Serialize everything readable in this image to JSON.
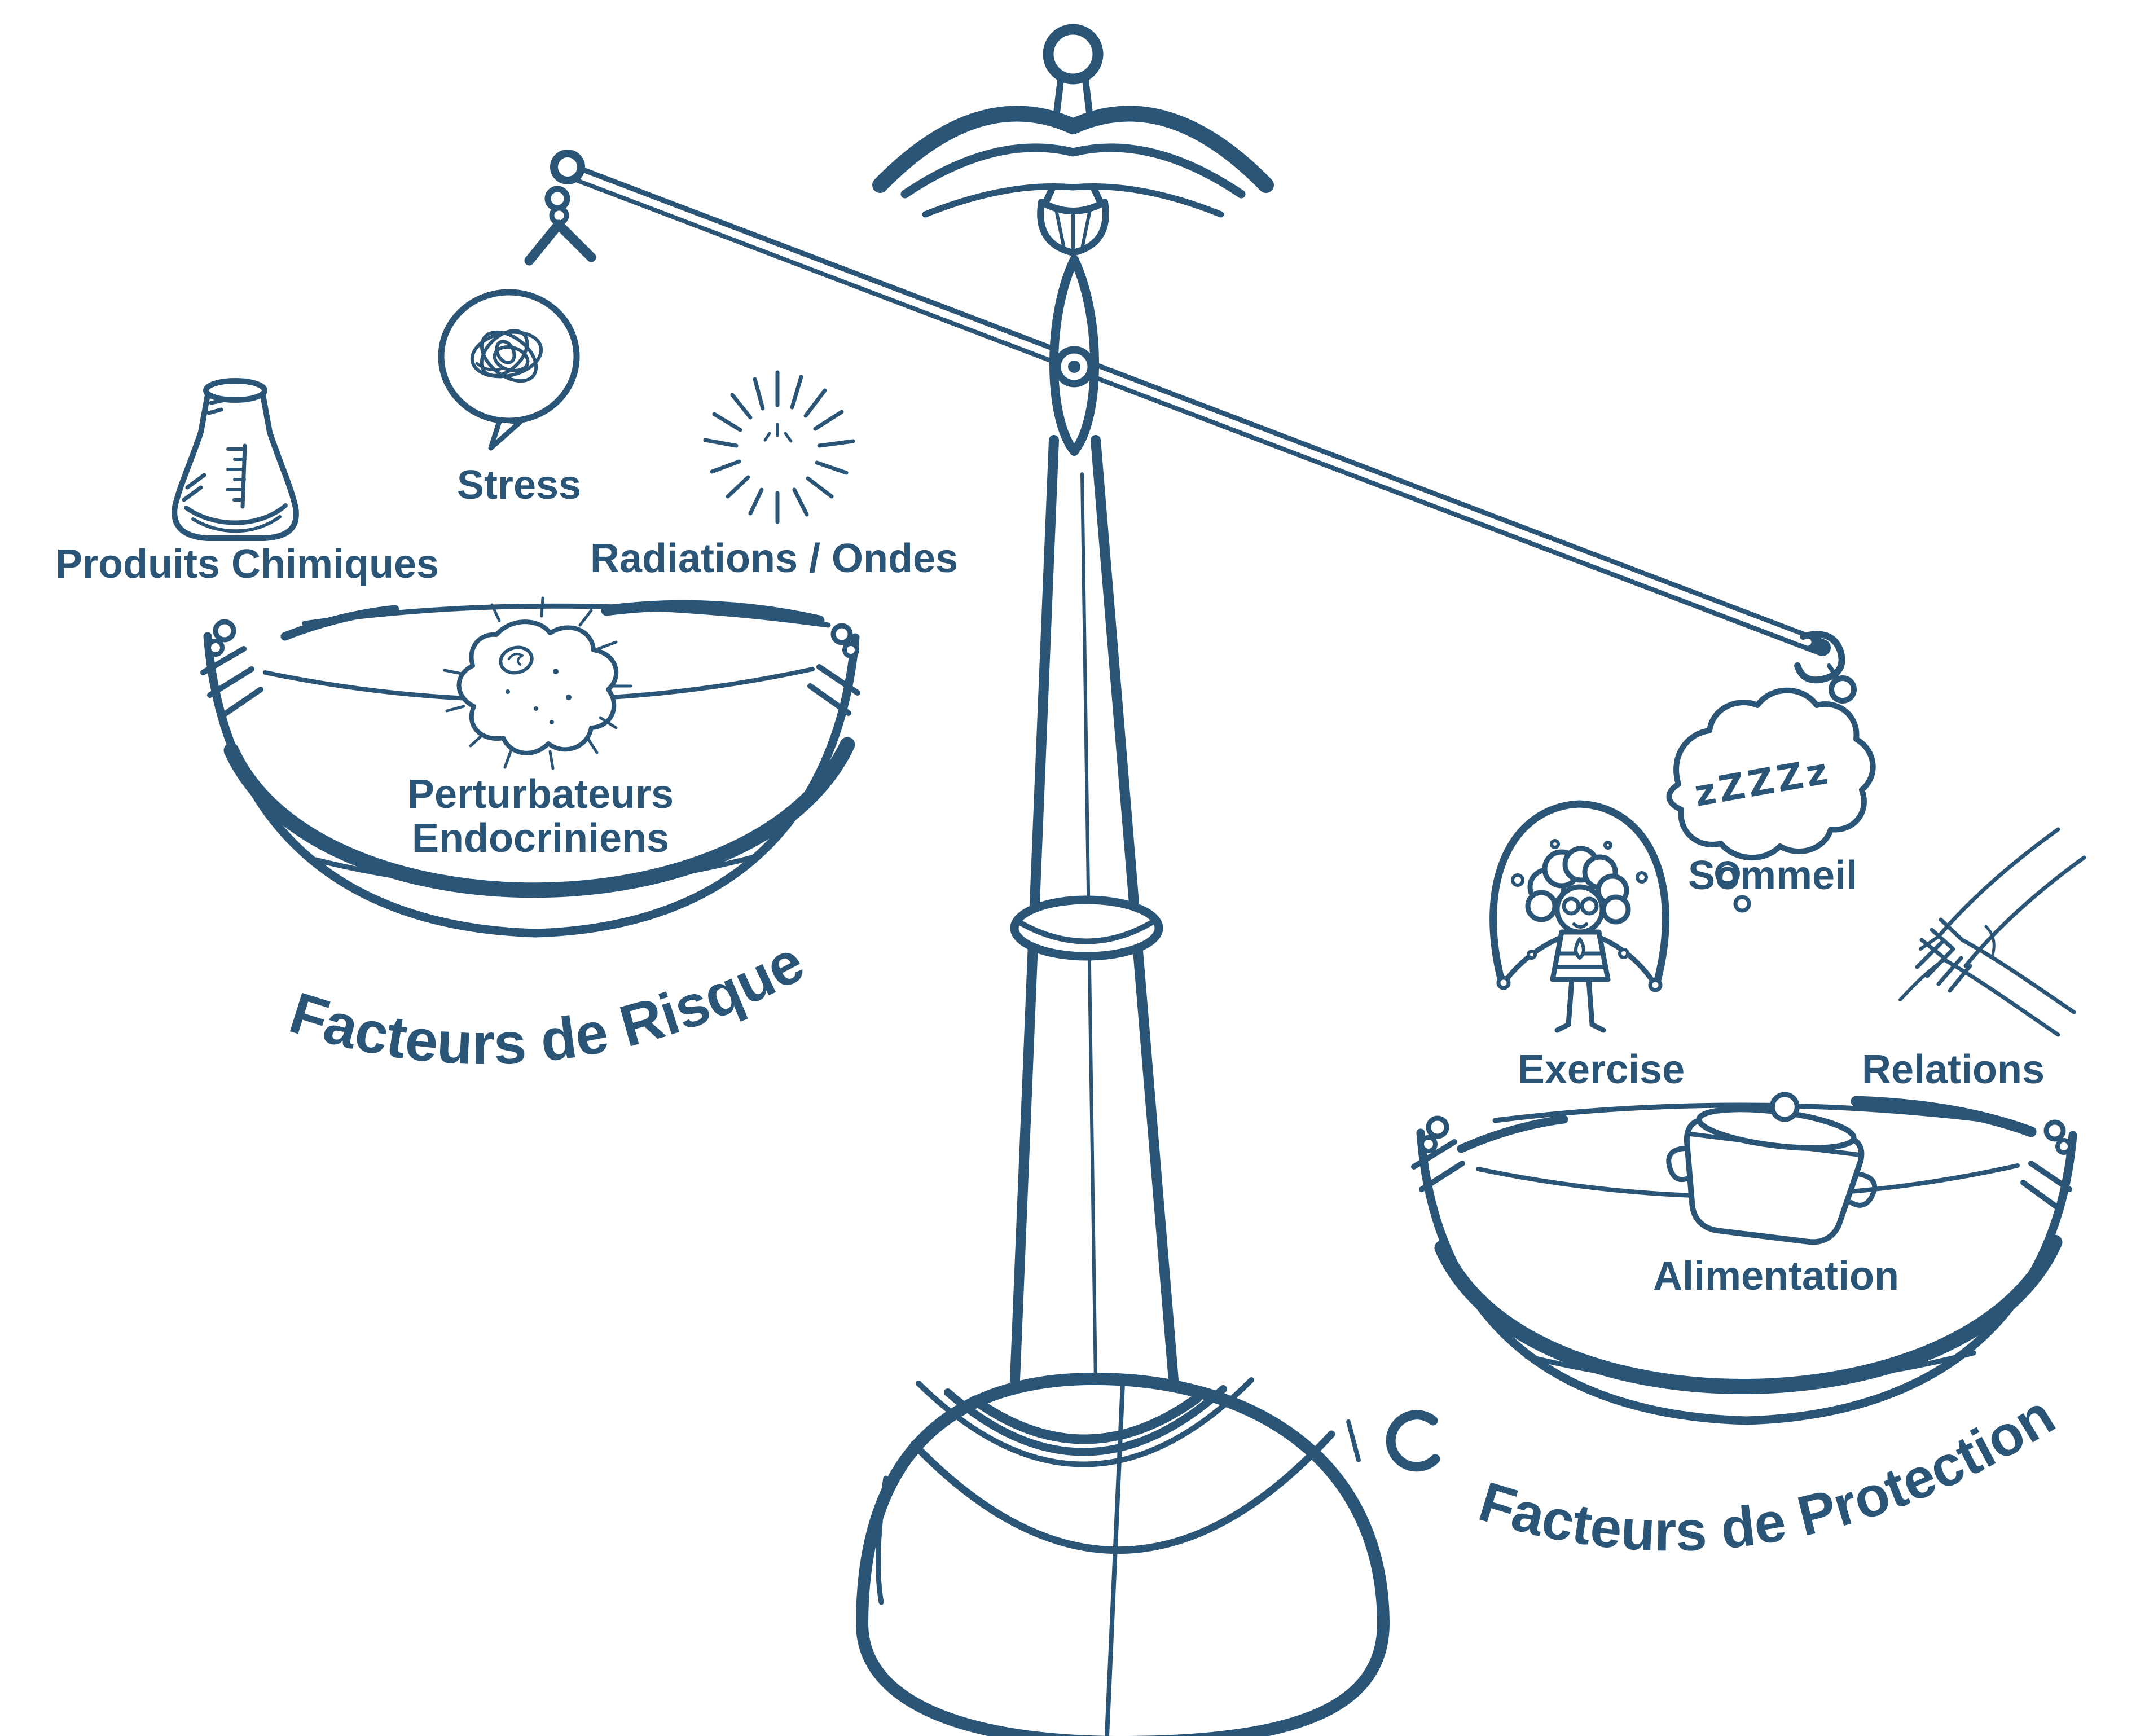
{
  "colors": {
    "ink": "#2b5576",
    "background": "#ffffff"
  },
  "left_pan": {
    "label": "Facteurs de Risque",
    "items": [
      {
        "label": "Produits Chimiques",
        "icon": "flask-icon"
      },
      {
        "label": "Stress",
        "icon": "stress-scribble-icon"
      },
      {
        "label": "Radiations / Ondes",
        "icon": "radiation-burst-icon"
      },
      {
        "label": "Perturbateurs Endocriniens",
        "label_line1": "Perturbateurs",
        "label_line2": "Endocriniens",
        "icon": "endocrine-disruptor-icon"
      }
    ]
  },
  "right_pan": {
    "label": "Facteurs de Protection",
    "items": [
      {
        "label": "Sommeil",
        "icon": "sleep-cloud-icon",
        "zzz_text": "zZZZz"
      },
      {
        "label": "Exercise",
        "icon": "jump-rope-icon"
      },
      {
        "label": "Relations",
        "icon": "holding-hands-icon"
      },
      {
        "label": "Alimentation",
        "icon": "cooking-pot-icon"
      }
    ]
  }
}
